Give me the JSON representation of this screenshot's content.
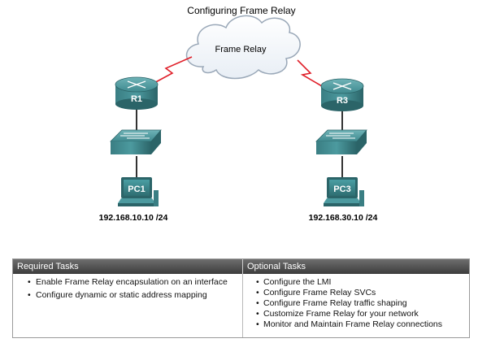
{
  "diagram": {
    "title": "Configuring Frame Relay",
    "cloud_label": "Frame Relay",
    "routers": [
      {
        "label": "R1"
      },
      {
        "label": "R3"
      }
    ],
    "pcs": [
      {
        "label": "PC1",
        "ip": "192.168.10.10 /24"
      },
      {
        "label": "PC3",
        "ip": "192.168.30.10 /24"
      }
    ],
    "colors": {
      "wan_link": "#e0202a",
      "device": "#3f8a8f",
      "device_dark": "#2b6468"
    }
  },
  "tasks": {
    "required_header": "Required Tasks",
    "optional_header": "Optional Tasks",
    "required": [
      "Enable Frame Relay encapsulation on an interface",
      "Configure dynamic or static address mapping"
    ],
    "optional": [
      "Configure the LMI",
      "Configure Frame Relay SVCs",
      "Configure Frame Relay traffic shaping",
      "Customize Frame Relay for your network",
      "Monitor and Maintain Frame Relay connections"
    ]
  }
}
